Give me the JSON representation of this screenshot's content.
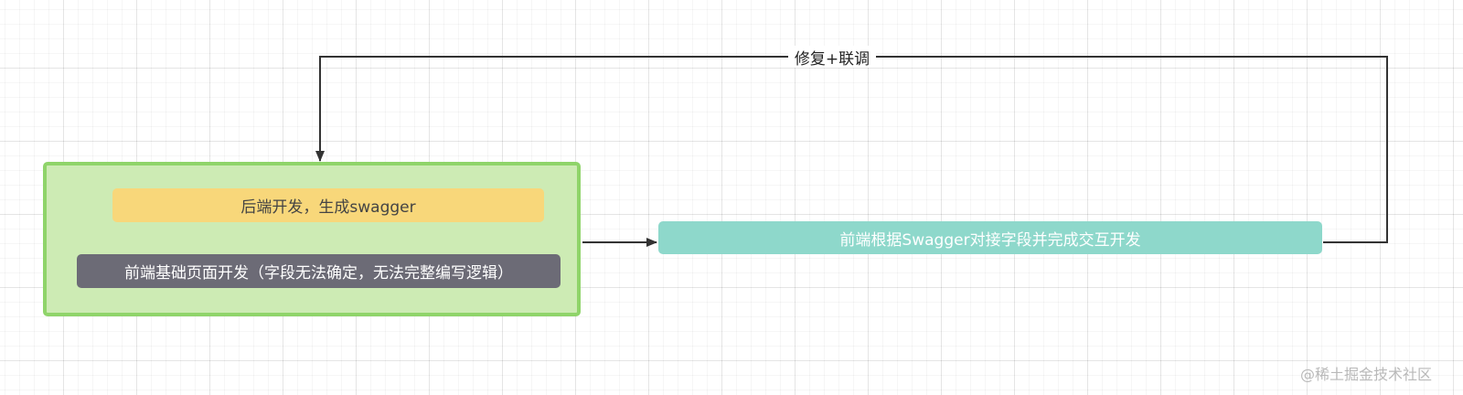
{
  "diagram": {
    "nodes": {
      "backend": "后端开发，生成swagger",
      "frontend_base": "前端基础页面开发（字段无法确定，无法完整编写逻辑）",
      "frontend_swagger": "前端根据Swagger对接字段并完成交互开发"
    },
    "edges": {
      "feedback_label": "修复+联调"
    }
  },
  "watermark": "@稀土掘金技术社区",
  "colors": {
    "group_fill": "#cdebb4",
    "group_border": "#8fd46a",
    "backend_fill": "#f8d77a",
    "frontend_base_fill": "#6c6b76",
    "frontend_swagger_fill": "#8ed8cb",
    "connector": "#333333"
  }
}
